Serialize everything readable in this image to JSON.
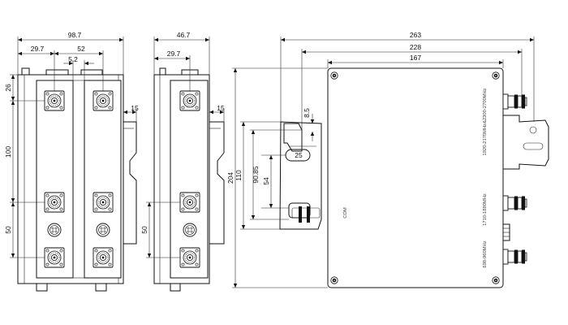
{
  "front_view": {
    "dims": {
      "overall_width": "98.7",
      "left_offset": "29.7",
      "connector_pitch": "52",
      "gap": "5.2",
      "top_offset": "26",
      "vertical_span": "100",
      "lower_span": "50",
      "side_offset": "15"
    }
  },
  "side_view": {
    "dims": {
      "overall_width": "46.7",
      "left_offset": "29.7",
      "lower_span": "50",
      "side_offset": "15"
    }
  },
  "top_view": {
    "dims": {
      "overall_length": "263",
      "mid_length": "228",
      "body_length": "167",
      "overall_height": "204",
      "bracket_height": "110",
      "slot_height_a": "90.85",
      "slot_height_b": "54",
      "small_a": "8.5",
      "small_b": "25"
    },
    "labels": {
      "port_high": "1920-2170MHz&2300-2700MHz",
      "port_mid": "1710-1880MHz",
      "port_low": "698-960MHz",
      "port_com": "COM"
    }
  },
  "icons": [
    "n-type-connector-icon",
    "mounting-screw-icon"
  ]
}
